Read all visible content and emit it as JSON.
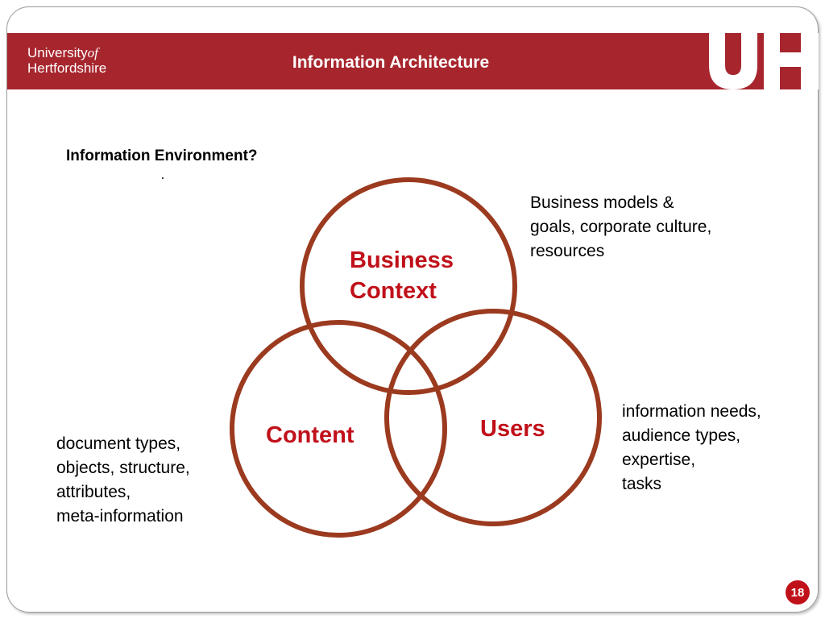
{
  "header": {
    "logo_line1": "University",
    "logo_of": "of",
    "logo_line2": "Hertfordshire",
    "title": "Information Architecture",
    "brand_mark": "UH"
  },
  "slide": {
    "heading": "Information Environment?",
    "page_number": "18"
  },
  "venn": {
    "business_context": {
      "label_line1": "Business",
      "label_line2": "Context",
      "description": "Business models &\ngoals, corporate culture,\nresources"
    },
    "content": {
      "label": "Content",
      "description": "document types,\nobjects, structure,\nattributes,\nmeta-information"
    },
    "users": {
      "label": "Users",
      "description": "information needs,\naudience types,\nexpertise,\ntasks"
    }
  },
  "colors": {
    "header_red": "#a7262e",
    "circle_stroke": "#9b3a1f",
    "label_red": "#c0101a"
  }
}
